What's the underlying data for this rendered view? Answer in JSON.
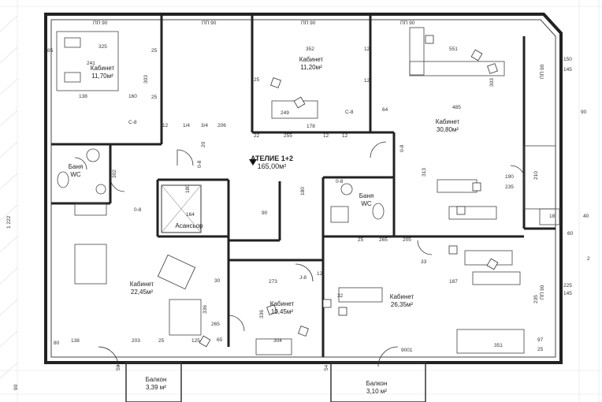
{
  "title": "АТЕЛИЕ 1+2",
  "total_area": "165,00м²",
  "rooms": [
    {
      "name": "Кабинет",
      "area": "11,70м²"
    },
    {
      "name": "Кабинет",
      "area": "11,20м²"
    },
    {
      "name": "Кабинет",
      "area": "30,80м²"
    },
    {
      "name": "Кабинет",
      "area": "22,45м²"
    },
    {
      "name": "Кабинет",
      "area": "10,45м²"
    },
    {
      "name": "Кабинет",
      "area": "26,35м²"
    },
    {
      "name": "Баня",
      "sub": "WC"
    },
    {
      "name": "Баня",
      "sub": "WC"
    },
    {
      "name": "Асансьор"
    },
    {
      "name": "Балкон",
      "area": "3,39 м²"
    },
    {
      "name": "Балкон",
      "area": "3,10 м²"
    }
  ],
  "window_tags": [
    "ПП 90",
    "ПП 90",
    "ПП 90",
    "ПП 90",
    "ПП 90",
    "ПП 90"
  ],
  "door_tags": [
    "С-8",
    "С-8",
    "0-8",
    "0-8",
    "Ј-8",
    "0-8",
    "0-8",
    "9001"
  ],
  "dims": [
    "325",
    "85",
    "241",
    "25",
    "303",
    "138",
    "160",
    "25",
    "352",
    "12",
    "249",
    "178",
    "25",
    "12",
    "64",
    "485",
    "303",
    "551",
    "150",
    "145",
    "1/4",
    "206",
    "12",
    "22",
    "12",
    "12",
    "255",
    "302",
    "20",
    "164",
    "90",
    "180",
    "180",
    "313",
    "235",
    "190",
    "210",
    "60",
    "18",
    "40",
    "25",
    "265",
    "205",
    "33",
    "187",
    "2",
    "225",
    "145",
    "235",
    "30",
    "336",
    "273",
    "336",
    "304",
    "265",
    "65",
    "125",
    "138",
    "203",
    "25",
    "50",
    "54",
    "351",
    "97",
    "25",
    "90",
    "80",
    "1 222",
    "9001",
    "32",
    "12",
    "90",
    "3/4"
  ]
}
